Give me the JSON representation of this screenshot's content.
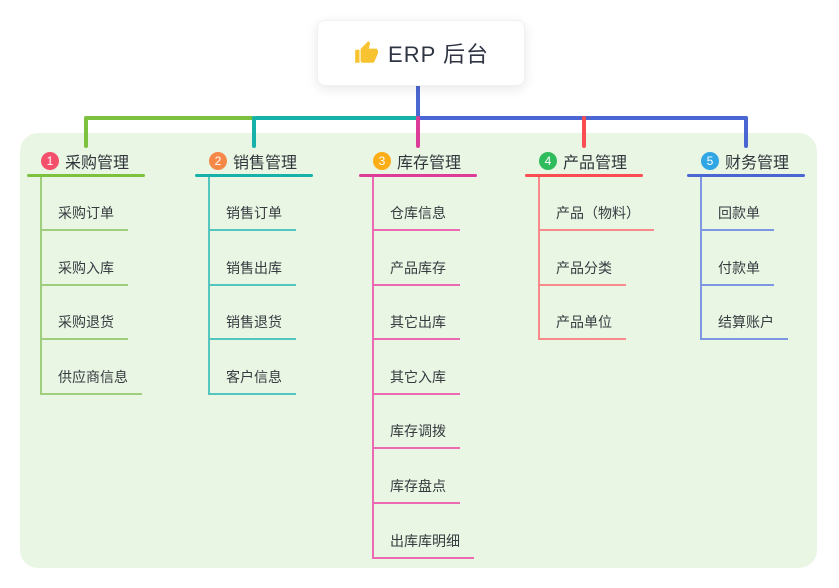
{
  "root": {
    "icon": "thumbs-up-icon",
    "label": "ERP 后台"
  },
  "branches": [
    {
      "num": "1",
      "title": "采购管理",
      "badge_color": "#f4506c",
      "line_color": "#7cc23f",
      "child_line_color": "#9fce7d",
      "children": [
        "采购订单",
        "采购入库",
        "采购退货",
        "供应商信息"
      ]
    },
    {
      "num": "2",
      "title": "销售管理",
      "badge_color": "#f68848",
      "line_color": "#16b2aa",
      "child_line_color": "#55c6bf",
      "children": [
        "销售订单",
        "销售出库",
        "销售退货",
        "客户信息"
      ]
    },
    {
      "num": "3",
      "title": "库存管理",
      "badge_color": "#fdad15",
      "line_color": "#dd3d98",
      "child_line_color": "#ec6ab2",
      "children": [
        "仓库信息",
        "产品库存",
        "其它出库",
        "其它入库",
        "库存调拨",
        "库存盘点",
        "出库库明细"
      ]
    },
    {
      "num": "4",
      "title": "产品管理",
      "badge_color": "#2fbc5c",
      "line_color": "#fa4d52",
      "child_line_color": "#f98a8b",
      "children": [
        "产品（物料）",
        "产品分类",
        "产品单位"
      ]
    },
    {
      "num": "5",
      "title": "财务管理",
      "badge_color": "#31a6e4",
      "line_color": "#4a66d2",
      "child_line_color": "#7e97e2",
      "children": [
        "回款单",
        "付款单",
        "结算账户"
      ]
    }
  ],
  "colors": {
    "page_background": "#ffffff",
    "panel_background": "#e9f6e4",
    "root_connector": "#4b67d2",
    "root_text": "#2f3542",
    "node_text": "#373b40",
    "thumb_icon_color": "#f7c331"
  }
}
